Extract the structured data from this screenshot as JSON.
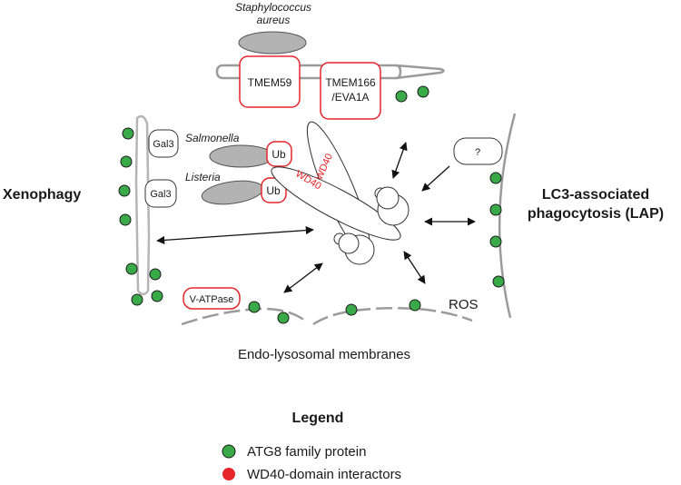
{
  "colors": {
    "atg8": "#3aaa48",
    "wd40": "#e5252a",
    "membrane": "#9b9b9b",
    "bacteria": "#b3b3b3"
  },
  "bacteria": {
    "staph_line1": "Staphylococcus",
    "staph_line2": "aureus",
    "salmonella": "Salmonella",
    "listeria": "Listeria"
  },
  "proteins": {
    "tmem59": "TMEM59",
    "tmem166_line1": "TMEM166",
    "tmem166_line2": "/EVA1A",
    "gal3_a": "Gal3",
    "gal3_b": "Gal3",
    "ub_a": "Ub",
    "ub_b": "Ub",
    "vatpase": "V-ATPase",
    "unknown": "?",
    "wd40_a": "WD40",
    "wd40_b": "WD40",
    "ros": "ROS"
  },
  "sides": {
    "xenophagy": "Xenophagy",
    "lap_line1": "LC3-associated",
    "lap_line2": "phagocytosis (LAP)",
    "endo": "Endo-lysosomal membranes"
  },
  "legend": {
    "title": "Legend",
    "atg8": "ATG8 family protein",
    "wd40": "WD40-domain interactors"
  }
}
